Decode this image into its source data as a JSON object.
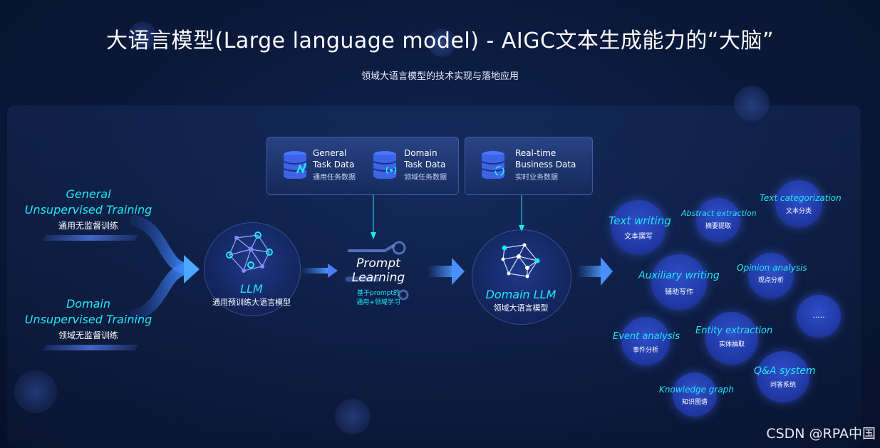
{
  "title": "大语言模型(Large language model) - AIGC文本生成能力的“大脑”",
  "subtitle": "领域大语言模型的技术实现与落地应用",
  "training": {
    "general": {
      "en_line1": "General",
      "en_line2": "Unsupervised Training",
      "cn": "通用无监督训练"
    },
    "domain": {
      "en_line1": "Domain",
      "en_line2": "Unsupervised Training",
      "cn": "领域无监督训练"
    }
  },
  "data_sources": {
    "general_task": {
      "en_line1": "General",
      "en_line2": "Task Data",
      "cn": "通用任务数据"
    },
    "domain_task": {
      "en_line1": "Domain",
      "en_line2": "Task Data",
      "cn": "领域任务数据"
    },
    "realtime": {
      "en_line1": "Real-time",
      "en_line2": "Business Data",
      "cn": "实时业务数据"
    }
  },
  "llm": {
    "en": "LLM",
    "cn": "通用预训练大语言模型"
  },
  "prompt": {
    "en_line1": "Prompt",
    "en_line2": "Learning",
    "cn_line1": "基于prompt的",
    "cn_line2": "通用+领域学习"
  },
  "domain_llm": {
    "en": "Domain LLM",
    "cn": "领域大语言模型"
  },
  "capabilities": {
    "text_writing": {
      "en": "Text writing",
      "cn": "文本撰写"
    },
    "abstract_extraction": {
      "en": "Abstract extraction",
      "cn": "摘要提取"
    },
    "text_categorization": {
      "en": "Text categorization",
      "cn": "文本分类"
    },
    "auxiliary_writing": {
      "en": "Auxiliary writing",
      "cn": "辅助写作"
    },
    "opinion_analysis": {
      "en": "Opinion analysis",
      "cn": "观点分析"
    },
    "more": {
      "en": "....."
    },
    "event_analysis": {
      "en": "Event analysis",
      "cn": "事件分析"
    },
    "entity_extraction": {
      "en": "Entity extraction",
      "cn": "实体抽取"
    },
    "qa_system": {
      "en": "Q&A system",
      "cn": "问答系统"
    },
    "knowledge_graph": {
      "en": "Knowledge graph",
      "cn": "知识图谱"
    }
  },
  "watermark": "CSDN @RPA中国",
  "colors": {
    "accent_cyan": "#21e6f5",
    "arrow_blue": "#3f8cff",
    "bubble_blue": "#2442b8"
  }
}
